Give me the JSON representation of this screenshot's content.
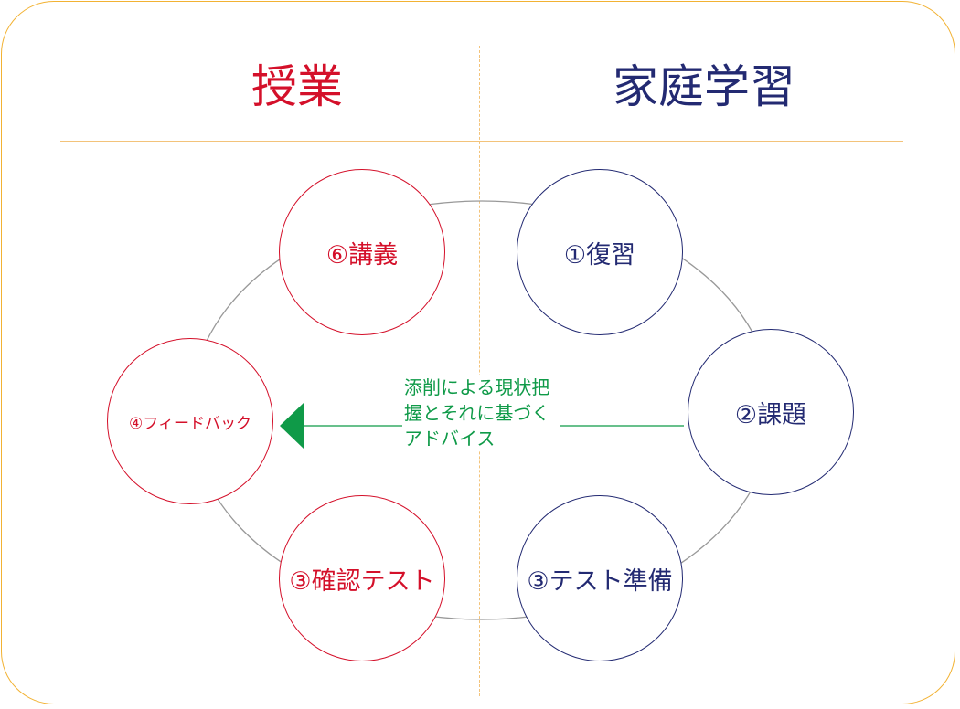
{
  "headings": {
    "lesson": "授業",
    "home_study": "家庭学習"
  },
  "steps": {
    "lecture": "⑥講義",
    "review": "①復習",
    "assignment": "②課題",
    "test_prep": "③テスト準備",
    "check_test": "③確認テスト",
    "feedback": "④フィードバック"
  },
  "arrow_note": "添削による現状把握とそれに基づくアドバイス",
  "colors": {
    "lesson": "#d4102a",
    "home_study": "#232a72",
    "arrow": "#0f9a48",
    "frame": "#f2b233",
    "cycle": "#999999"
  }
}
